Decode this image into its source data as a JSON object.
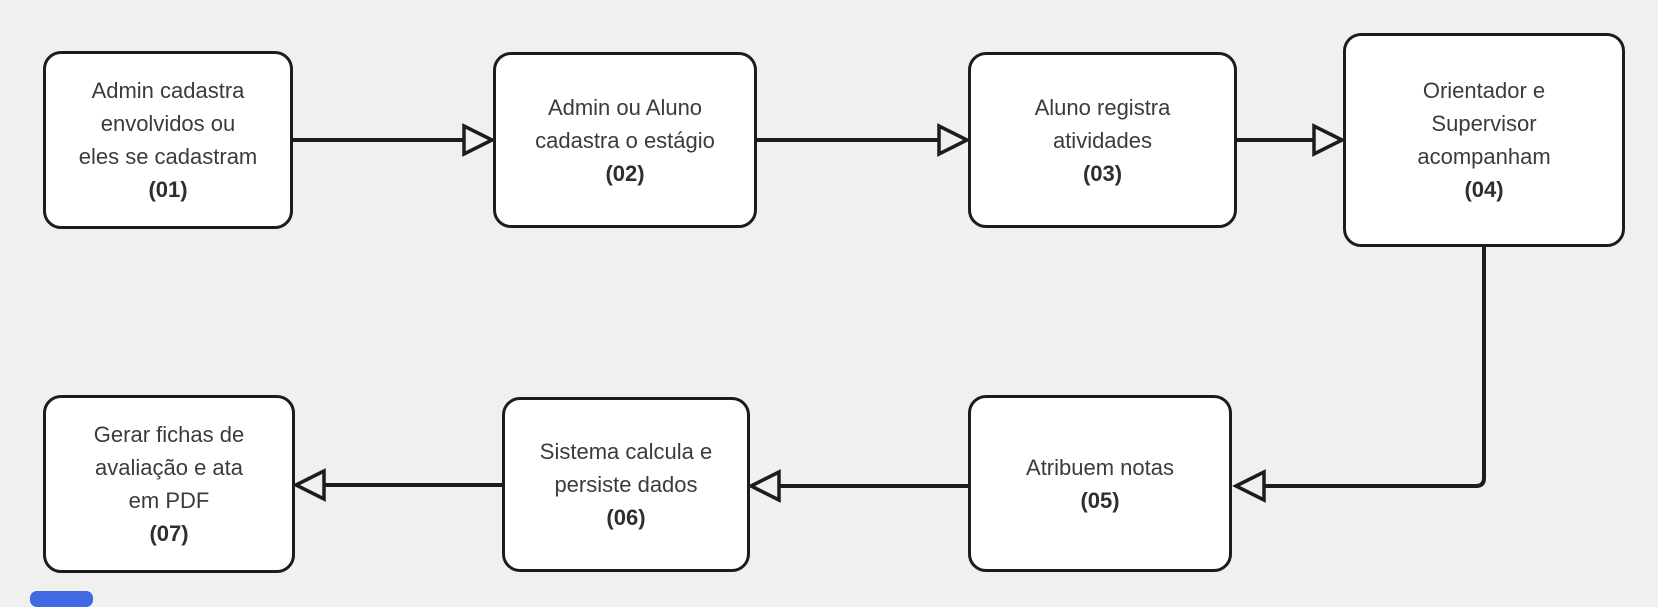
{
  "diagram": {
    "type": "flowchart",
    "nodes": [
      {
        "number": "(01)",
        "lines": [
          "Admin cadastra",
          "envolvidos ou",
          "eles se cadastram"
        ]
      },
      {
        "number": "(02)",
        "lines": [
          "Admin ou Aluno",
          "cadastra o estágio"
        ]
      },
      {
        "number": "(03)",
        "lines": [
          "Aluno registra",
          "atividades"
        ]
      },
      {
        "number": "(04)",
        "lines": [
          "Orientador e",
          "Supervisor",
          "acompanham"
        ]
      },
      {
        "number": "(05)",
        "lines": [
          "Atribuem notas"
        ]
      },
      {
        "number": "(06)",
        "lines": [
          "Sistema calcula e",
          "persiste dados"
        ]
      },
      {
        "number": "(07)",
        "lines": [
          "Gerar fichas de",
          "avaliação e ata",
          "em PDF"
        ]
      }
    ],
    "edges": [
      {
        "from": "(01)",
        "to": "(02)",
        "style": "open-arrow"
      },
      {
        "from": "(02)",
        "to": "(03)",
        "style": "open-arrow"
      },
      {
        "from": "(03)",
        "to": "(04)",
        "style": "open-arrow"
      },
      {
        "from": "(04)",
        "to": "(05)",
        "style": "open-arrow-elbow"
      },
      {
        "from": "(05)",
        "to": "(06)",
        "style": "open-arrow"
      },
      {
        "from": "(06)",
        "to": "(07)",
        "style": "open-arrow"
      }
    ],
    "colors": {
      "background": "#f0f0ee",
      "node_fill": "#ffffff",
      "stroke": "#1c1c1c",
      "text": "#3b3b3b",
      "accent_bar": "#4169e1"
    }
  }
}
